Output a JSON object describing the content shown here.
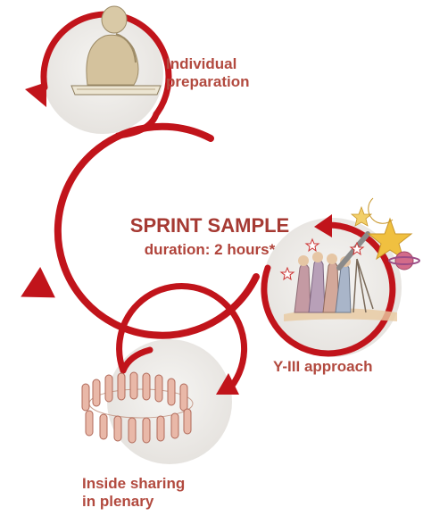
{
  "center": {
    "title": "SPRINT SAMPLE",
    "subtitle": "duration: 2 hours*"
  },
  "steps": [
    {
      "line1": "Individual",
      "line2": "preparation",
      "illustration": "thinker-reading-icon"
    },
    {
      "label": "Y-III approach",
      "illustration": "telescope-stargazers-icon"
    },
    {
      "line1": "Inside sharing",
      "line2": "in plenary",
      "illustration": "people-circle-icon"
    }
  ],
  "colors": {
    "arrow": "#c1141b",
    "text": "#b24a3f",
    "bubble": "#eeece9"
  }
}
